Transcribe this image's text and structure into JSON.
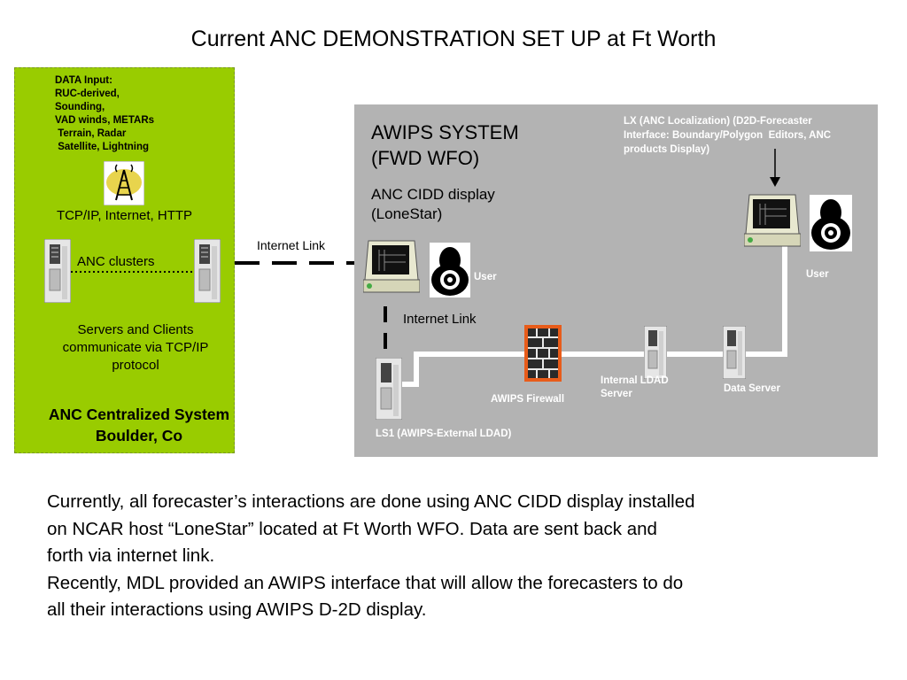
{
  "title": "Current ANC DEMONSTRATION SET UP at Ft Worth",
  "anc_panel": {
    "data_input": [
      "DATA Input:",
      "RUC-derived,",
      "Sounding,",
      "VAD winds, METARs",
      " Terrain, Radar",
      " Satellite, Lightning"
    ],
    "protocol_label": "TCP/IP, Internet, HTTP",
    "clusters_label": "ANC clusters",
    "description": [
      "Servers and Clients",
      "communicate via TCP/IP",
      "protocol"
    ],
    "system_name": [
      "ANC Centralized System",
      "Boulder, Co"
    ]
  },
  "links": {
    "internet_link_top": "Internet Link",
    "internet_link_mid": "Internet Link"
  },
  "awips_panel": {
    "system_title": [
      "AWIPS SYSTEM",
      "(FWD WFO)"
    ],
    "cidd_display": [
      "ANC CIDD display",
      "(LoneStar)"
    ],
    "user_left": "User",
    "lx_label": [
      "LX (ANC Localization) (D2D-Forecaster",
      "Interface: Boundary/Polygon  Editors, ANC",
      "products Display)"
    ],
    "user_right": "User",
    "internal_ldad": [
      "Internal LDAD",
      "Server"
    ],
    "data_server": "Data Server",
    "awips_firewall": "AWIPS Firewall",
    "ls1_label": "LS1 (AWIPS-External LDAD)"
  },
  "body_text": [
    "Currently, all forecaster’s interactions are done using ANC CIDD display installed",
    "on NCAR host “LoneStar” located at Ft Worth WFO.  Data are sent back and",
    "forth via internet link.",
    "Recently, MDL provided an AWIPS interface that will allow the forecasters to do",
    "all their interactions using AWIPS D-2D display."
  ]
}
